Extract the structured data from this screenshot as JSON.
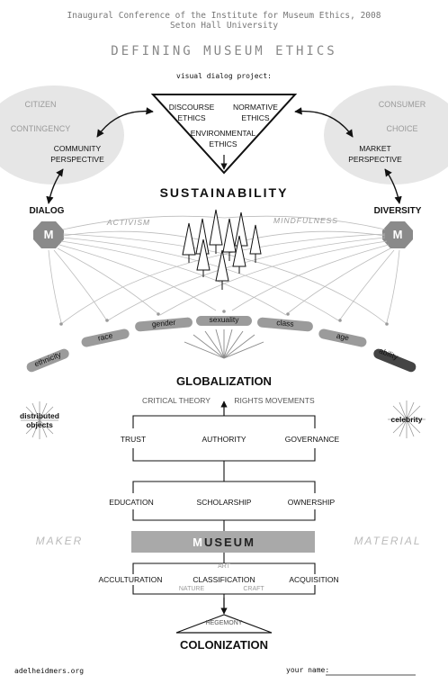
{
  "header": {
    "line1": "Inaugural Conference of the Institute for Museum Ethics, 2008",
    "line2": "Seton Hall University",
    "title": "DEFINING MUSEUM ETHICS",
    "subtitle": "visual dialog project:"
  },
  "triangle": {
    "left": "DISCOURSE\nETHICS",
    "right": "NORMATIVE\nETHICS",
    "bottom": "ENVIRONMENTAL\nETHICS"
  },
  "left_bubble": {
    "words": [
      "CITIZEN",
      "CONTINGENCY"
    ],
    "label": "COMMUNITY\nPERSPECTIVE"
  },
  "right_bubble": {
    "words": [
      "CONSUMER",
      "CHOICE"
    ],
    "label": "MARKET\nPERSPECTIVE"
  },
  "sustainability": "SUSTAINABILITY",
  "dialog": "DIALOG",
  "diversity": "DIVERSITY",
  "activism": "ACTIVISM",
  "mindfulness": "MINDFULNESS",
  "badge_letter": "M",
  "identities": [
    "ethnicity",
    "race",
    "gender",
    "sexuality",
    "class",
    "age",
    "ability"
  ],
  "globalization": "GLOBALIZATION",
  "critical_theory": "CRITICAL THEORY",
  "rights_movements": "RIGHTS MOVEMENTS",
  "distributed_objects": "distributed\nobjects",
  "celebrity": "celebrity",
  "row1": [
    "TRUST",
    "AUTHORITY",
    "GOVERNANCE"
  ],
  "row2": [
    "EDUCATION",
    "SCHOLARSHIP",
    "OWNERSHIP"
  ],
  "maker": "MAKER",
  "material": "MATERIAL",
  "museum_initial": "M",
  "museum_rest": "USEUM",
  "art": "ART",
  "row3": [
    "ACCULTURATION",
    "CLASSIFICATION",
    "ACQUISITION"
  ],
  "nature": "NATURE",
  "craft": "CRAFT",
  "hegemony": "HEGEMONY",
  "colonization": "COLONIZATION",
  "footer": {
    "site": "adelheidmers.org",
    "your_name": "your name:"
  },
  "colors": {
    "bubble": "#e6e6e6",
    "bar": "#a9a9a9",
    "badge": "#8a8a8a",
    "line": "#222222",
    "faint": "#b5b5b5"
  }
}
